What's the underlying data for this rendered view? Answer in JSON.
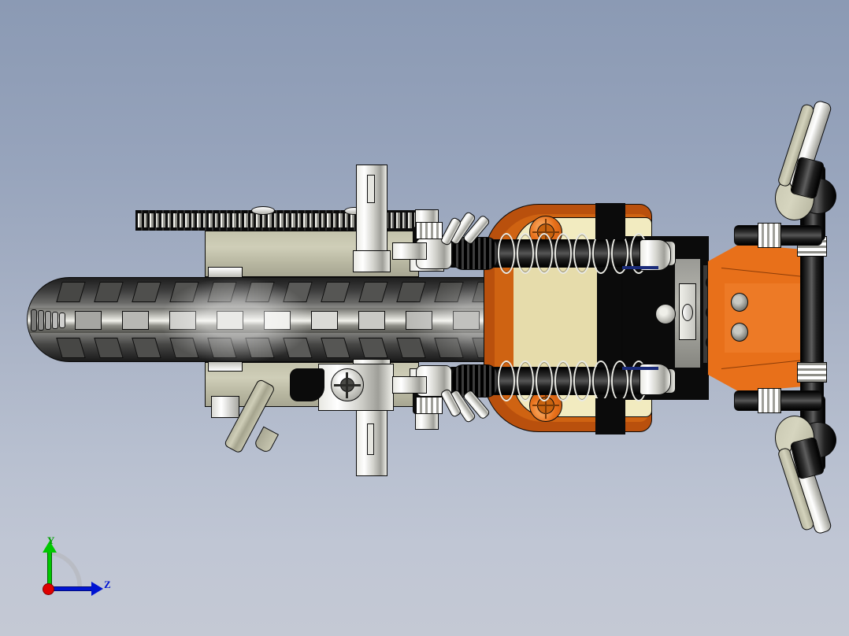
{
  "app": {
    "view_type": "3D CAD viewport",
    "projection": "top orthographic view",
    "model_name": "LEGO Technic dirt bike / motocross motorcycle",
    "background": {
      "top_color": "#8b9ab4",
      "bottom_color": "#c4c9d4",
      "style": "vertical gradient"
    }
  },
  "triad": {
    "name": "view-orientation-triad",
    "axes": [
      {
        "id": "y",
        "label": "Y",
        "color": "#00c800",
        "direction": "up"
      },
      {
        "id": "z",
        "label": "Z",
        "color": "#0014d2",
        "direction": "right"
      },
      {
        "id": "x",
        "label": "",
        "color": "#e00000",
        "direction": "toward viewer"
      }
    ]
  },
  "colors": {
    "orange": "#e8701a",
    "orange_dark": "#b9500d",
    "orange_light": "#f08a3a",
    "cream": "#f2ebc0",
    "khaki": "#c3c2ab",
    "steel": "#e8e8e2",
    "black": "#0b0b0b",
    "gray": "#9a9a95",
    "tire_rubber": "#3a3a3a"
  },
  "model": {
    "orientation": "front wheel at left, handlebars and rear body at right",
    "parts": [
      {
        "id": "front-tire",
        "label": "Knobby off-road tire",
        "material": "rubber",
        "color": "#3a3a3a"
      },
      {
        "id": "front-fork",
        "label": "Telescopic front fork",
        "material": "khaki plastic",
        "color": "#c3c2ab"
      },
      {
        "id": "drive-chain",
        "label": "Drive chain",
        "material": "black links with steel pins",
        "color": "#0d0d0d"
      },
      {
        "id": "shock-absorber-left",
        "label": "Coil-over shock absorber",
        "material": "black body, steel spring",
        "color": "#0b0b0b"
      },
      {
        "id": "shock-absorber-right",
        "label": "Coil-over shock absorber",
        "material": "black body, steel spring",
        "color": "#0b0b0b"
      },
      {
        "id": "engine-block",
        "label": "Engine block",
        "material": "cream plastic",
        "color": "#f2ebc0"
      },
      {
        "id": "brake-disc-left",
        "label": "Brake disc",
        "material": "orange plastic",
        "color": "#e8701a"
      },
      {
        "id": "brake-disc-right",
        "label": "Brake disc",
        "material": "orange plastic",
        "color": "#e8701a"
      },
      {
        "id": "rear-fender",
        "label": "Rear fender / seat panel",
        "material": "orange plastic",
        "color": "#e8701a"
      },
      {
        "id": "handlebar-left",
        "label": "Handlebar grip and lever",
        "material": "black and khaki",
        "color": "#0b0b0b"
      },
      {
        "id": "handlebar-right",
        "label": "Handlebar grip and lever",
        "material": "black and khaki",
        "color": "#0b0b0b"
      },
      {
        "id": "kickstand",
        "label": "Kickstand",
        "material": "khaki plastic",
        "color": "#c3c2ab"
      },
      {
        "id": "steering-column",
        "label": "Steering column / fork tube",
        "material": "steel",
        "color": "#e8e8e2"
      },
      {
        "id": "swingarm",
        "label": "Swingarm",
        "material": "khaki plastic",
        "color": "#c3c2ab"
      },
      {
        "id": "gear-hub",
        "label": "Gear hub",
        "material": "steel",
        "color": "#e8e8e2"
      }
    ]
  }
}
